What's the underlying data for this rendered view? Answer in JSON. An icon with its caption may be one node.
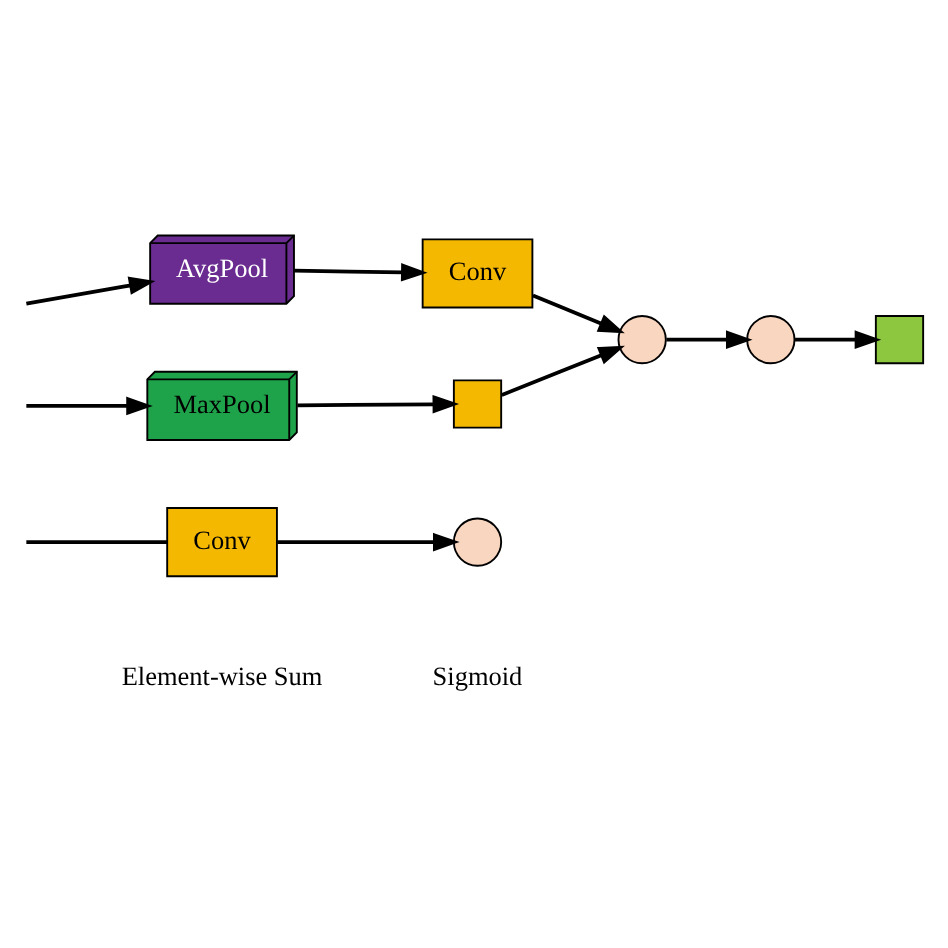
{
  "diagram": {
    "nodes": [
      {
        "text": [
          "AvgPool"
        ]
      },
      {
        "text": [
          "Conv"
        ]
      },
      {
        "text": [
          "MaxPool"
        ]
      },
      {
        "text": [],
        "shape": "box"
      },
      {
        "text": [],
        "shape": "circle"
      },
      {
        "text": [],
        "shape": "circle"
      },
      {
        "text": [],
        "shape": "box"
      },
      {
        "text": [
          "Conv"
        ]
      },
      {
        "text": [],
        "shape": "circle"
      }
    ],
    "edges": [
      {
        "from": null,
        "to": 0,
        "arrow": "to"
      },
      {
        "from": 0,
        "to": 1,
        "arrow": "to"
      },
      {
        "from": null,
        "to": 2,
        "arrow": "to"
      },
      {
        "from": 2,
        "to": 3,
        "arrow": "to"
      },
      {
        "from": 1,
        "to": 4,
        "arrow": "to"
      },
      {
        "from": 3,
        "to": 4,
        "arrow": "to"
      },
      {
        "from": 4,
        "to": 5,
        "arrow": "to"
      },
      {
        "from": 5,
        "to": 6,
        "arrow": "to"
      },
      {
        "from": null,
        "to": 7,
        "arrow": "none"
      },
      {
        "from": 7,
        "to": 8,
        "arrow": "to"
      }
    ],
    "legend": [
      {
        "text": "Element-wise Sum"
      },
      {
        "text": "Sigmoid"
      }
    ]
  }
}
